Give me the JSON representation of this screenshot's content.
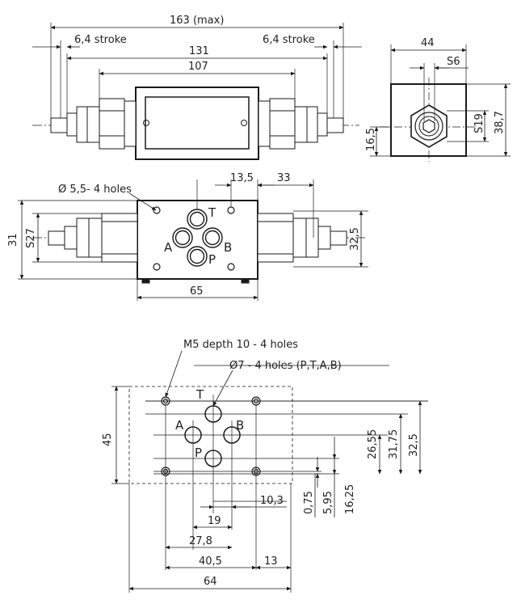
{
  "colors": {
    "ink": "#1a1a1a",
    "dim": "#333333",
    "body_fill": "#ffffff"
  },
  "top_view": {
    "overall_length": "163 (max)",
    "stroke_left": "6,4  stroke",
    "stroke_right": "6,4  stroke",
    "length_131": "131",
    "length_107": "107"
  },
  "side_view": {
    "width": "44",
    "hex": "S6",
    "s19": "S19",
    "height": "38,7",
    "offset": "16,5"
  },
  "front_view": {
    "holes_note": "Ø 5,5- 4 holes",
    "dim_13_5": "13,5",
    "dim_33": "33",
    "dim_31": "31",
    "s27": "S27",
    "dim_32_5": "32,5",
    "dim_65": "65",
    "ports": {
      "t": "T",
      "a": "A",
      "b": "B",
      "p": "P"
    }
  },
  "interface_view": {
    "m5_note": "M5 depth 10 - 4 holes",
    "port_note": "Ø7 - 4 holes (P,T,A,B)",
    "dim_45": "45",
    "dim_26_55": "26,55",
    "dim_31_75": "31,75",
    "dim_32_5": "32,5",
    "dim_0_75": "0,75",
    "dim_5_95": "5,95",
    "dim_16_25": "16,25",
    "dim_10_3": "10,3",
    "dim_19": "19",
    "dim_27_8": "27,8",
    "dim_40_5": "40,5",
    "dim_13": "13",
    "dim_64": "64",
    "ports": {
      "t": "T",
      "a": "A",
      "b": "B",
      "p": "P"
    }
  }
}
